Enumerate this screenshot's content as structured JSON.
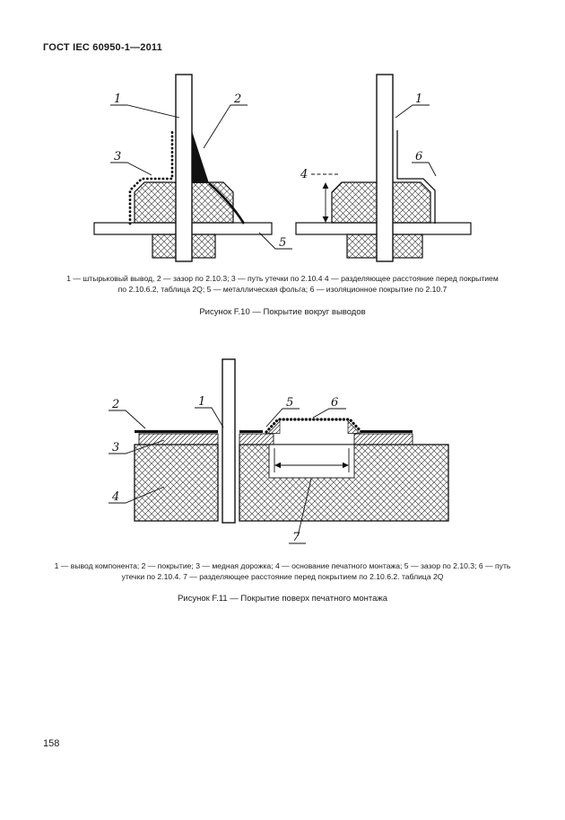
{
  "page": {
    "header_title": "ГОСТ IEC 60950-1—2011",
    "page_number": "158"
  },
  "figure_f10": {
    "labels": {
      "pin_left": "1",
      "clearance": "2",
      "creepage": "3",
      "distance": "4",
      "foil": "5",
      "coating": "6",
      "pin_right": "1"
    },
    "caption_line1": "1 — штырьковый вывод, 2 — зазор по 2.10.3; 3 — путь утечки по 2.10.4  4 — разделяющее расстояние перед покрытием",
    "caption_line2": "по 2.10.6.2, таблица 2Q; 5 — металлическая фольга; 6 — изоляционное покрытие по 2.10.7",
    "title": "Рисунок F.10 — Покрытие вокруг выводов"
  },
  "figure_f11": {
    "labels": {
      "lead": "1",
      "coating": "2",
      "copper": "3",
      "base": "4",
      "clearance": "5",
      "creepage": "6",
      "distance": "7"
    },
    "caption_line1": "1 — вывод компонента; 2 — покрытие; 3 — медная дорожка; 4 — основание печатного монтажа; 5 — зазор по 2.10.3; 6 — путь",
    "caption_line2": "утечки по 2.10.4. 7 — разделяющее расстояние перед покрытием по 2.10.6.2. таблица 2Q",
    "title": "Рисунок F.11 — Покрытие поверх печатного монтажа"
  }
}
